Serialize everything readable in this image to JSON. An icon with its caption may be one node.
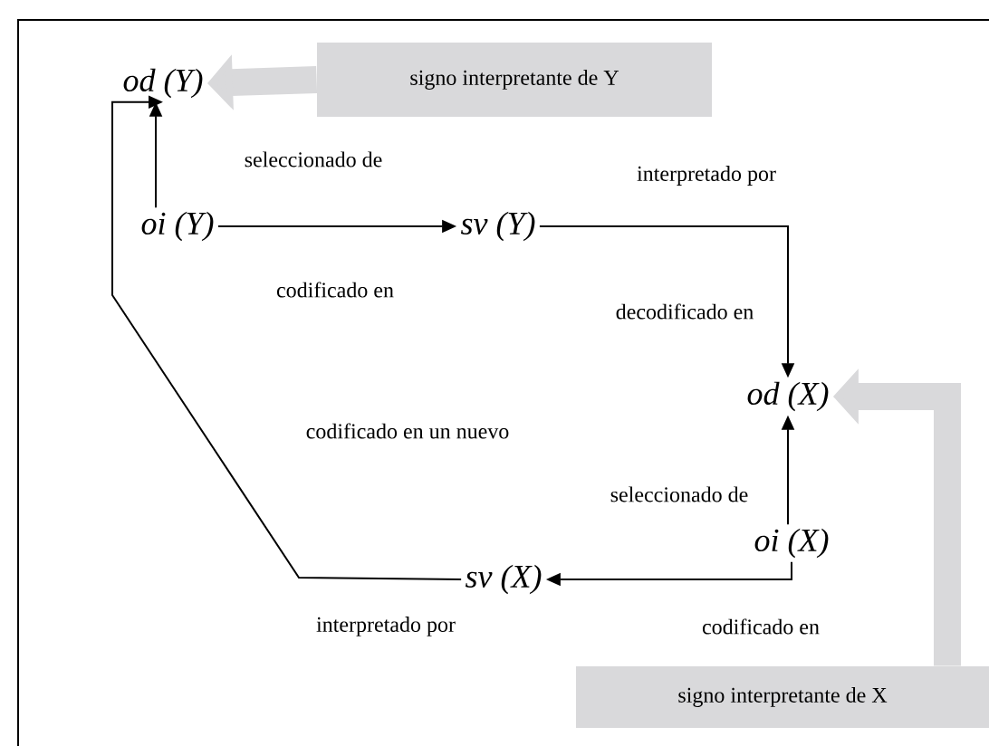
{
  "diagram": {
    "nodes": [
      {
        "text": [
          "od (Y)"
        ]
      },
      {
        "text": [
          "signo interpretante  de Y"
        ]
      },
      {
        "text": [
          "oi (Y)"
        ]
      },
      {
        "text": [
          "sv (Y)"
        ]
      },
      {
        "text": [
          "od (X)"
        ]
      },
      {
        "text": [
          "oi (X)"
        ]
      },
      {
        "text": [
          "sv (X)"
        ]
      },
      {
        "text": [
          "signo interpretante  de X"
        ]
      }
    ],
    "edges": [
      {
        "from": 1,
        "to": 0,
        "arrow": "to",
        "style": "thick",
        "color": "#d9d9db"
      },
      {
        "from": 2,
        "to": 0,
        "arrow": "to",
        "label": "seleccionado de"
      },
      {
        "from": 2,
        "to": 3,
        "arrow": "to",
        "label": "codificado en"
      },
      {
        "from": 3,
        "to": 4,
        "arrow": "to",
        "label": "interpretado por"
      },
      {
        "from": 5,
        "to": 4,
        "arrow": "to",
        "label": "seleccionado de"
      },
      {
        "from": 5,
        "to": 6,
        "arrow": "to",
        "label": "codificado en"
      },
      {
        "from": 6,
        "to": 0,
        "arrow": "to",
        "label": "interpretado por"
      },
      {
        "from": 7,
        "to": 4,
        "arrow": "to",
        "style": "thick",
        "color": "#d9d9db"
      }
    ],
    "labels": [
      "decodificado en",
      "codificado en un nuevo"
    ]
  }
}
